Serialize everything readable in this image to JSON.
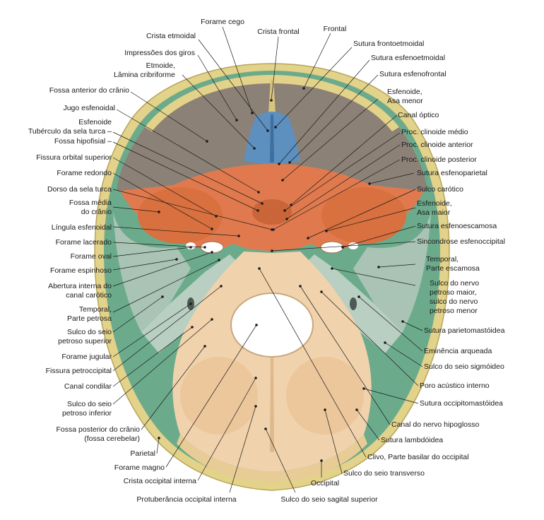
{
  "labels": {
    "forame_cego": "Forame cego",
    "crista_etmoidal": "Crista etmoidal",
    "crista_frontal": "Crista frontal",
    "frontal": "Frontal",
    "sutura_frontoetmoidal": "Sutura frontoetmoidal",
    "impressoes_giros": "Impressões dos giros",
    "sutura_esfenoetmoidal": "Sutura esfenoetmoidal",
    "etmoide_l1": "Etmoide,",
    "etmoide_l2": "Lâmina cribriforme",
    "sutura_esfenofrontal": "Sutura esfenofrontal",
    "fossa_anterior": "Fossa anterior do crânio",
    "esf_asa_menor_l1": "Esfenoide,",
    "esf_asa_menor_l2": "Asa menor",
    "jugo": "Jugo esfenoidal",
    "canal_optico": "Canal óptico",
    "esf_tub_l1": "Esfenoide",
    "esf_tub_l2": "Tubérculo da sela turca –",
    "clinoide_medio": "Proc. clinoide médio",
    "fossa_hipofisial": "Fossa hipofisial –",
    "clinoide_anterior": "Proc. clinoide anterior",
    "fissura_orbital": "Fissura orbital superior",
    "clinoide_posterior": "Proc. clinoide posterior",
    "forame_redondo": "Forame redondo",
    "sutura_esfenoparietal": "Sutura esfenoparietal",
    "dorso_sela": "Dorso da sela turca",
    "sulco_carotico": "Sulco carótico",
    "fossa_media_l1": "Fossa média",
    "fossa_media_l2": "do crânio",
    "esf_asa_maior_l1": "Esfenoide,",
    "esf_asa_maior_l2": "Asa maior",
    "lingula": "Língula esfenoidal",
    "sutura_esfenoescamosa": "Sutura esfenoescamosa",
    "forame_lacerado": "Forame lacerado",
    "sincondrose": "Sincondrose esfenoccipital",
    "forame_oval": "Forame oval",
    "temporal_esc_l1": "Temporal,",
    "temporal_esc_l2": "Parte escamosa",
    "forame_espinhoso": "Forame espinhoso",
    "abertura_l1": "Abertura interna do",
    "abertura_l2": "canal carótico",
    "sulco_petroso_l1": "Sulco do nervo",
    "sulco_petroso_l2": "petroso maior,",
    "sulco_petroso_l3": "sulco do nervo",
    "sulco_petroso_l4": "petroso menor",
    "temporal_pet_l1": "Temporal,",
    "temporal_pet_l2": "Parte petrosa",
    "sulco_petr_sup_l1": "Sulco do seio",
    "sulco_petr_sup_l2": "petroso superior",
    "sutura_parietomastoidea": "Sutura parietomastóidea",
    "eminencia": "Eminência arqueada",
    "forame_jugular": "Forame jugular",
    "fissura_petroccipital": "Fissura petroccipital",
    "sulco_sigmoideo": "Sulco do seio sigmóideo",
    "canal_condilar": "Canal condilar",
    "poro_acustico": "Poro acústico interno",
    "sulco_petr_inf_l1": "Sulco do seio",
    "sulco_petr_inf_l2": "petroso inferior",
    "sutura_occipitomastoidea": "Sutura occipitomastóidea",
    "canal_hipoglosso": "Canal do nervo hipoglosso",
    "fossa_posterior_l1": "Fossa posterior do crânio",
    "fossa_posterior_l2": "(fossa cerebelar)",
    "sutura_lambdoidea": "Sutura lambdóidea",
    "parietal": "Parietal",
    "clivo": "Clivo, Parte basilar do occipital",
    "forame_magno": "Forame magno",
    "occipital": "Occipital",
    "sulco_transverso": "Sulco do seio transverso",
    "crista_occipital": "Crista occipital interna",
    "protuberancia": "Protuberância occipital interna",
    "sulco_sagital": "Sulco do seio sagital superior"
  },
  "colors": {
    "frontal_bone": "#8c8176",
    "frontal_rim": "#e2d28a",
    "ethmoid": "#5d8fbf",
    "sphenoid": "#e07a4e",
    "temporal": "#a9c4b4",
    "parietal": "#6bab8c",
    "occipital": "#f0d2ac",
    "occipital_rim": "#e8cc95"
  }
}
